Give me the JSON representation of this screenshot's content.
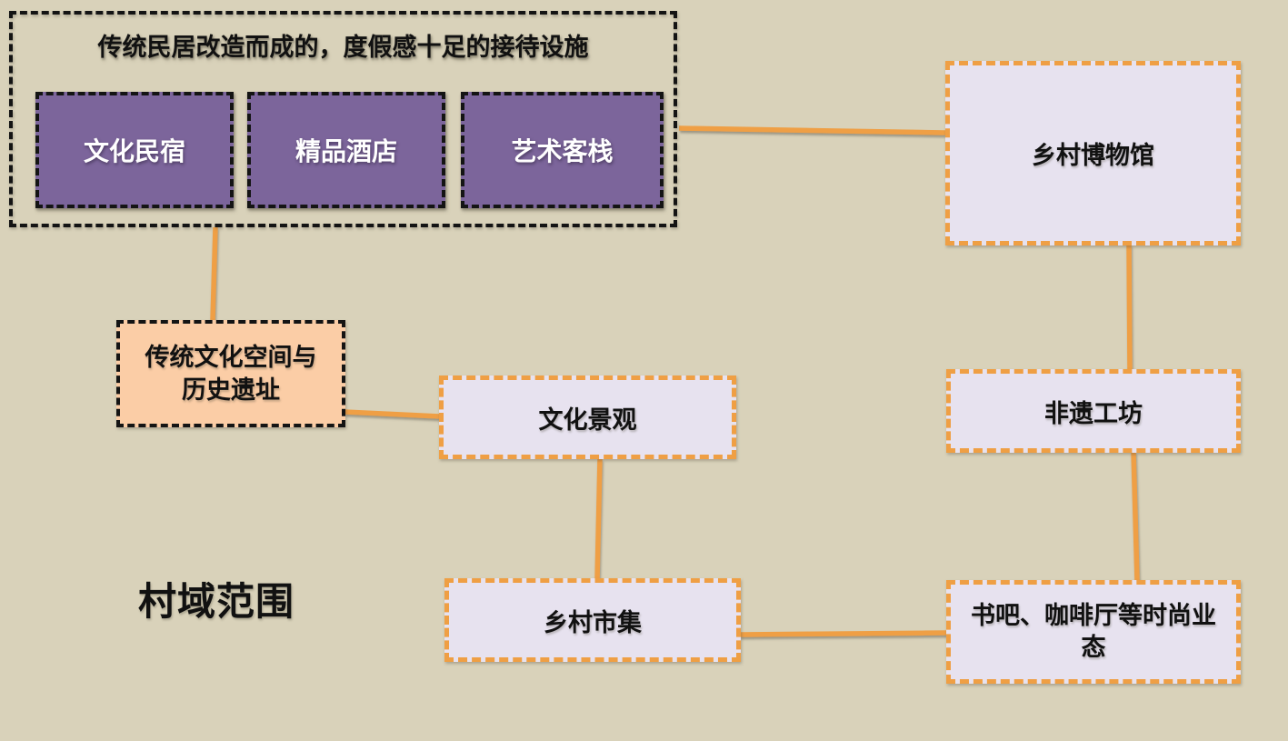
{
  "colors": {
    "canvas-bg": "#d9d2ba",
    "purple-fill": "#7c659b",
    "lavender-fill": "#e7e2ef",
    "peach-fill": "#fbcda6",
    "orange-accent": "#ef9f44",
    "black-line": "#141414",
    "text-dark": "#111111",
    "text-light": "#ffffff"
  },
  "reception_group": {
    "title": "传统民居改造而成的，度假感十足的接待设施",
    "items": [
      {
        "label": "文化民宿"
      },
      {
        "label": "精品酒店"
      },
      {
        "label": "艺术客栈"
      }
    ]
  },
  "nodes": {
    "museum": {
      "label": "乡村博物馆"
    },
    "heritage_space": {
      "label": "传统文化空间与历史遗址"
    },
    "cultural_landscape": {
      "label": "文化景观"
    },
    "craft_workshop": {
      "label": "非遗工坊"
    },
    "village_market": {
      "label": "乡村市集"
    },
    "lifestyle_business": {
      "label": "书吧、咖啡厅等时尚业态"
    }
  },
  "region_label": "村域范围",
  "edges": [
    {
      "from": "reception-group",
      "to": "museum"
    },
    {
      "from": "reception-group",
      "to": "heritage-space"
    },
    {
      "from": "heritage-space",
      "to": "cultural-landscape"
    },
    {
      "from": "cultural-landscape",
      "to": "village-market"
    },
    {
      "from": "museum",
      "to": "craft-workshop"
    },
    {
      "from": "craft-workshop",
      "to": "lifestyle-business"
    },
    {
      "from": "village-market",
      "to": "lifestyle-business"
    }
  ]
}
